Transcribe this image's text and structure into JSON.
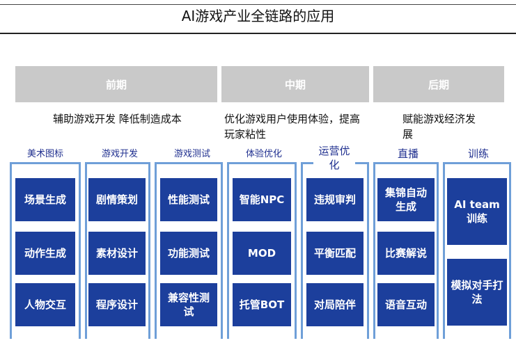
{
  "title": "AI游戏产业全链路的应用",
  "phases": [
    {
      "name": "前期",
      "goal": "辅助游戏开发 降低制造成本"
    },
    {
      "name": "中期",
      "goal": "优化游戏用户使用体验，提高玩家粘性"
    },
    {
      "name": "后期",
      "goal": "赋能游戏经济发展"
    }
  ],
  "categories": [
    {
      "label": "美术图标",
      "items": [
        "场景生成",
        "动作生成",
        "人物交互"
      ]
    },
    {
      "label": "游戏开发",
      "items": [
        "剧情策划",
        "素材设计",
        "程序设计"
      ]
    },
    {
      "label": "游戏测试",
      "items": [
        "性能测试",
        "功能测试",
        "兼容性测试"
      ]
    },
    {
      "label": "体验优化",
      "items": [
        "智能NPC",
        "MOD",
        "托管BOT"
      ]
    },
    {
      "label": "运营优化",
      "items": [
        "违规审判",
        "平衡匹配",
        "对局陪伴"
      ]
    },
    {
      "label": "直播",
      "items": [
        "集锦自动生成",
        "比赛解说",
        "语音互动"
      ]
    },
    {
      "label": "训练",
      "items": [
        "AI team训练",
        "模拟对手打法"
      ]
    }
  ]
}
